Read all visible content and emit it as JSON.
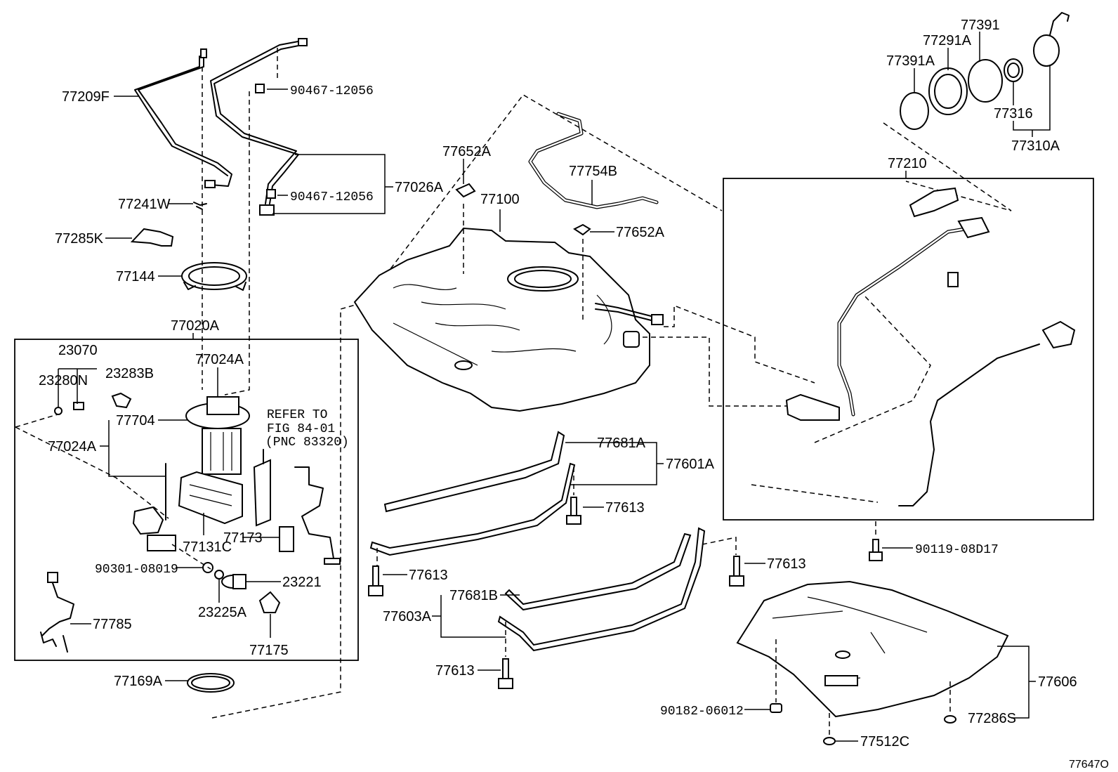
{
  "labels": {
    "p77209F": "77209F",
    "p90467_top": "90467-12056",
    "p90467_mid": "90467-12056",
    "p77026A": "77026A",
    "p77241W": "77241W",
    "p77285K": "77285K",
    "p77144": "77144",
    "p77020A": "77020A",
    "p23070": "23070",
    "p23280N": "23280N",
    "p23283B": "23283B",
    "p77024A_top": "77024A",
    "p77704": "77704",
    "p77024A_left": "77024A",
    "refer1": "REFER TO",
    "refer2": "FIG 84-01",
    "refer3": "(PNC 83320)",
    "p77173": "77173",
    "p77131C": "77131C",
    "p90301": "90301-08019",
    "p23221": "23221",
    "p23225A": "23225A",
    "p77175": "77175",
    "p77785": "77785",
    "p77169A": "77169A",
    "p77652A_top": "77652A",
    "p77100": "77100",
    "p77754B": "77754B",
    "p77652A_right": "77652A",
    "p77681A": "77681A",
    "p77601A": "77601A",
    "p77613_a": "77613",
    "p77613_b": "77613",
    "p77613_c": "77613",
    "p77613_d": "77613",
    "p77681B": "77681B",
    "p77603A": "77603A",
    "p77391": "77391",
    "p77291A": "77291A",
    "p77391A": "77391A",
    "p77316": "77316",
    "p77310A": "77310A",
    "p77210": "77210",
    "p90119": "90119-08D17",
    "p77606": "77606",
    "p90182": "90182-06012",
    "p77286S": "77286S",
    "p77512C": "77512C",
    "figure_id": "77647O"
  }
}
